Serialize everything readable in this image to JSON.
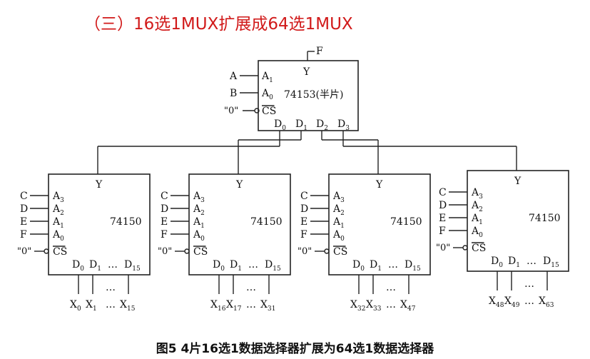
{
  "title": "（三）16选1MUX扩展成64选1MUX",
  "caption": "图5  4片16选1数据选择器扩展为64选1数据选择器",
  "top_chip": {
    "name": "74153(半片)",
    "output_pin": "Y",
    "output_signal": "F",
    "inputs": [
      {
        "signal": "A",
        "pin": "A",
        "sub": "1"
      },
      {
        "signal": "B",
        "pin": "A",
        "sub": "0"
      }
    ],
    "enable": {
      "signal": "\"0\"",
      "pin": "CS"
    },
    "data_pins": [
      {
        "pin": "D",
        "sub": "0"
      },
      {
        "pin": "D",
        "sub": "1"
      },
      {
        "pin": "D",
        "sub": "2"
      },
      {
        "pin": "D",
        "sub": "3"
      }
    ]
  },
  "chips": [
    {
      "name": "74150",
      "output_pin": "Y",
      "select_signals": [
        "C",
        "D",
        "E",
        "F"
      ],
      "select_pins": [
        {
          "pin": "A",
          "sub": "3"
        },
        {
          "pin": "A",
          "sub": "2"
        },
        {
          "pin": "A",
          "sub": "1"
        },
        {
          "pin": "A",
          "sub": "0"
        }
      ],
      "enable": {
        "signal": "\"0\"",
        "pin": "CS"
      },
      "data_pins": {
        "first": {
          "pin": "D",
          "sub": "0"
        },
        "second": {
          "pin": "D",
          "sub": "1"
        },
        "ellipsis": "…",
        "last": {
          "pin": "D",
          "sub": "15"
        }
      },
      "inputs": {
        "first": {
          "pin": "X",
          "sub": "0"
        },
        "second": {
          "pin": "X",
          "sub": "1"
        },
        "ellipsis": "…",
        "last": {
          "pin": "X",
          "sub": "15"
        }
      }
    },
    {
      "name": "74150",
      "output_pin": "Y",
      "select_signals": [
        "C",
        "D",
        "E",
        "F"
      ],
      "select_pins": [
        {
          "pin": "A",
          "sub": "3"
        },
        {
          "pin": "A",
          "sub": "2"
        },
        {
          "pin": "A",
          "sub": "1"
        },
        {
          "pin": "A",
          "sub": "0"
        }
      ],
      "enable": {
        "signal": "\"0\"",
        "pin": "CS"
      },
      "data_pins": {
        "first": {
          "pin": "D",
          "sub": "0"
        },
        "second": {
          "pin": "D",
          "sub": "1"
        },
        "ellipsis": "…",
        "last": {
          "pin": "D",
          "sub": "15"
        }
      },
      "inputs": {
        "first": {
          "pin": "X",
          "sub": "16"
        },
        "second": {
          "pin": "X",
          "sub": "17"
        },
        "ellipsis": "…",
        "last": {
          "pin": "X",
          "sub": "31"
        }
      }
    },
    {
      "name": "74150",
      "output_pin": "Y",
      "select_signals": [
        "C",
        "D",
        "E",
        "F"
      ],
      "select_pins": [
        {
          "pin": "A",
          "sub": "3"
        },
        {
          "pin": "A",
          "sub": "2"
        },
        {
          "pin": "A",
          "sub": "1"
        },
        {
          "pin": "A",
          "sub": "0"
        }
      ],
      "enable": {
        "signal": "\"0\"",
        "pin": "CS"
      },
      "data_pins": {
        "first": {
          "pin": "D",
          "sub": "0"
        },
        "second": {
          "pin": "D",
          "sub": "1"
        },
        "ellipsis": "…",
        "last": {
          "pin": "D",
          "sub": "15"
        }
      },
      "inputs": {
        "first": {
          "pin": "X",
          "sub": "32"
        },
        "second": {
          "pin": "X",
          "sub": "33"
        },
        "ellipsis": "…",
        "last": {
          "pin": "X",
          "sub": "47"
        }
      }
    },
    {
      "name": "74150",
      "output_pin": "Y",
      "select_signals": [
        "C",
        "D",
        "E",
        "F"
      ],
      "select_pins": [
        {
          "pin": "A",
          "sub": "3"
        },
        {
          "pin": "A",
          "sub": "2"
        },
        {
          "pin": "A",
          "sub": "1"
        },
        {
          "pin": "A",
          "sub": "0"
        }
      ],
      "enable": {
        "signal": "\"0\"",
        "pin": "CS"
      },
      "data_pins": {
        "first": {
          "pin": "D",
          "sub": "0"
        },
        "second": {
          "pin": "D",
          "sub": "1"
        },
        "ellipsis": "…",
        "last": {
          "pin": "D",
          "sub": "15"
        }
      },
      "inputs": {
        "first": {
          "pin": "X",
          "sub": "48"
        },
        "second": {
          "pin": "X",
          "sub": "49"
        },
        "ellipsis": "…",
        "last": {
          "pin": "X",
          "sub": "63"
        }
      }
    }
  ]
}
